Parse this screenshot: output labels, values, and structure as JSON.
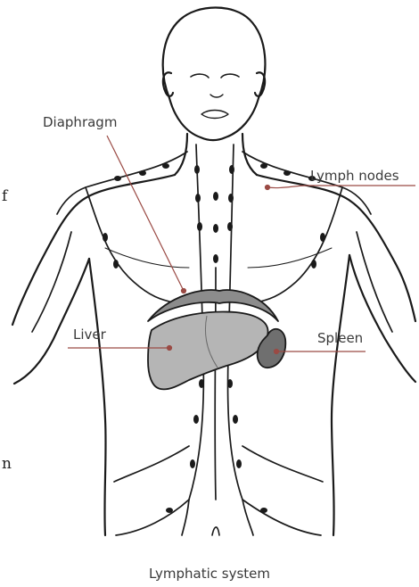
{
  "labels": {
    "diaphragm": "Diaphragm",
    "lymph_nodes": "Lymph nodes",
    "liver": "Liver",
    "spleen": "Spleen"
  },
  "caption": "Lymphatic system",
  "edge_glyphs": {
    "top": "f",
    "bottom": "n"
  },
  "colors": {
    "outline": "#1a1a1a",
    "leader": "#9a4a44",
    "diaphragm": "#8c8c8c",
    "liver": "#b5b5b5",
    "spleen": "#6f6f6f",
    "background": "#ffffff"
  }
}
